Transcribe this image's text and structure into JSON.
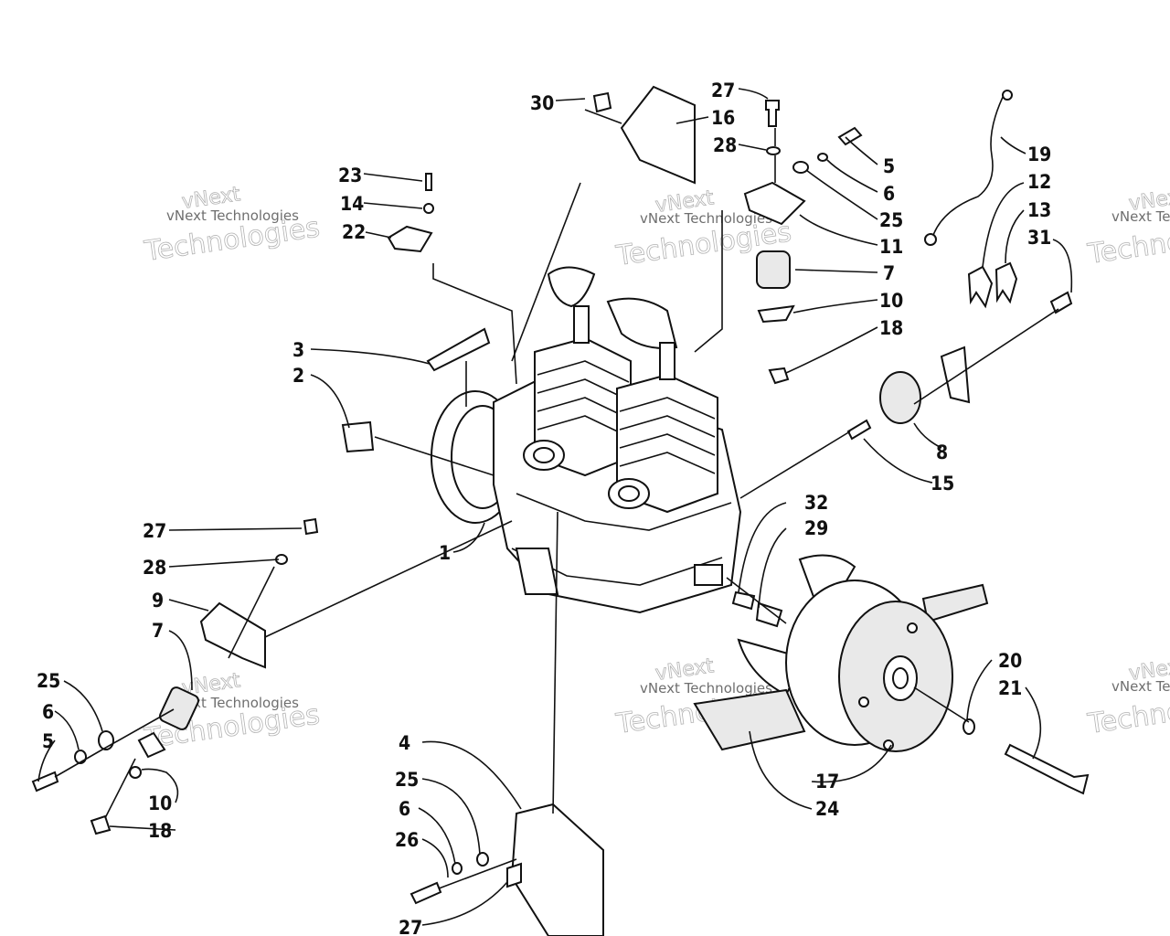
{
  "watermark": {
    "line1": "vNext",
    "line2": "vNext Technologies",
    "line3": "Technologies"
  },
  "callouts": {
    "c1": "1",
    "c2": "2",
    "c3": "3",
    "c4": "4",
    "c5a": "5",
    "c5b": "5",
    "c6a": "6",
    "c6b": "6",
    "c6c": "6",
    "c7a": "7",
    "c7b": "7",
    "c8": "8",
    "c9": "9",
    "c10a": "10",
    "c10b": "10",
    "c11": "11",
    "c12": "12",
    "c13": "13",
    "c14": "14",
    "c15": "15",
    "c16": "16",
    "c17": "17",
    "c18a": "18",
    "c18b": "18",
    "c19": "19",
    "c20": "20",
    "c21": "21",
    "c22": "22",
    "c23": "23",
    "c24": "24",
    "c25a": "25",
    "c25b": "25",
    "c25c": "25",
    "c26": "26",
    "c27a": "27",
    "c27b": "27",
    "c27c": "27",
    "c28a": "28",
    "c28b": "28",
    "c29": "29",
    "c30": "30",
    "c31": "31",
    "c32": "32"
  }
}
